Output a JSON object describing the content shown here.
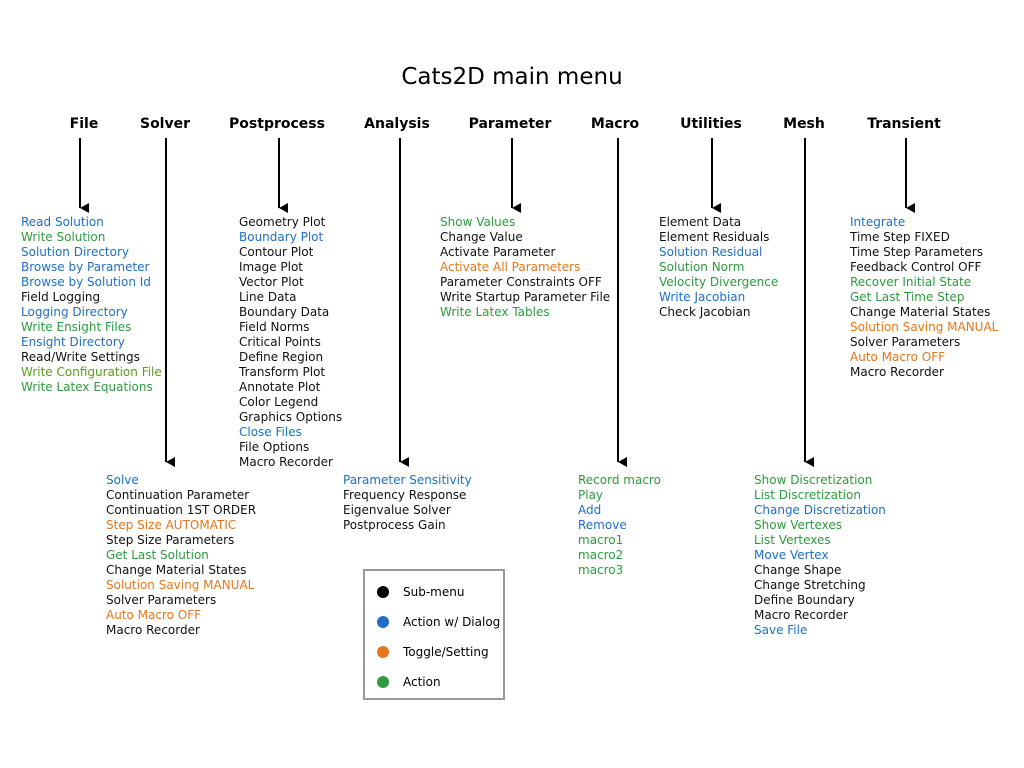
{
  "title": "Cats2D main menu",
  "colors": {
    "sub_menu": "#111111",
    "action_dialog": "#1f6fc4",
    "toggle": "#e4761b",
    "action": "#2e9a3e"
  },
  "headers": {
    "file": "File",
    "solver": "Solver",
    "postprocess": "Postprocess",
    "analysis": "Analysis",
    "parameter": "Parameter",
    "macro": "Macro",
    "utilities": "Utilities",
    "mesh": "Mesh",
    "transient": "Transient"
  },
  "menus": {
    "file": [
      {
        "label": "Read Solution",
        "type": "action-dialog"
      },
      {
        "label": "Write Solution",
        "type": "action"
      },
      {
        "label": "Solution Directory",
        "type": "action-dialog"
      },
      {
        "label": "Browse by Parameter",
        "type": "action-dialog"
      },
      {
        "label": "Browse by Solution Id",
        "type": "action-dialog"
      },
      {
        "label": "Field Logging",
        "type": "sub-menu"
      },
      {
        "label": "Logging Directory",
        "type": "action-dialog"
      },
      {
        "label": "Write Ensight Files",
        "type": "action"
      },
      {
        "label": "Ensight Directory",
        "type": "action-dialog"
      },
      {
        "label": "Read/Write Settings",
        "type": "sub-menu"
      },
      {
        "label": "Write Configuration File",
        "type": "action-olive"
      },
      {
        "label": "Write Latex Equations",
        "type": "action"
      }
    ],
    "solver": [
      {
        "label": "Solve",
        "type": "action-dialog"
      },
      {
        "label": "Continuation Parameter",
        "type": "sub-menu"
      },
      {
        "label": "Continuation 1ST ORDER",
        "type": "sub-menu"
      },
      {
        "label": "Step Size AUTOMATIC",
        "type": "toggle"
      },
      {
        "label": "Step Size Parameters",
        "type": "sub-menu"
      },
      {
        "label": "Get Last Solution",
        "type": "action"
      },
      {
        "label": "Change Material States",
        "type": "sub-menu"
      },
      {
        "label": "Solution Saving MANUAL",
        "type": "toggle"
      },
      {
        "label": "Solver Parameters",
        "type": "sub-menu"
      },
      {
        "label": "Auto Macro OFF",
        "type": "toggle"
      },
      {
        "label": "Macro Recorder",
        "type": "sub-menu"
      }
    ],
    "postprocess": [
      {
        "label": "Geometry Plot",
        "type": "sub-menu"
      },
      {
        "label": "Boundary Plot",
        "type": "action-dialog"
      },
      {
        "label": "Contour Plot",
        "type": "sub-menu"
      },
      {
        "label": "Image Plot",
        "type": "sub-menu"
      },
      {
        "label": "Vector Plot",
        "type": "sub-menu"
      },
      {
        "label": "Line Data",
        "type": "sub-menu"
      },
      {
        "label": "Boundary Data",
        "type": "sub-menu"
      },
      {
        "label": "Field Norms",
        "type": "sub-menu"
      },
      {
        "label": "Critical Points",
        "type": "sub-menu"
      },
      {
        "label": "Define Region",
        "type": "sub-menu"
      },
      {
        "label": "Transform Plot",
        "type": "sub-menu"
      },
      {
        "label": "Annotate Plot",
        "type": "sub-menu"
      },
      {
        "label": "Color Legend",
        "type": "sub-menu"
      },
      {
        "label": "Graphics Options",
        "type": "sub-menu"
      },
      {
        "label": "Close Files",
        "type": "action-dialog"
      },
      {
        "label": "File Options",
        "type": "sub-menu"
      },
      {
        "label": "Macro Recorder",
        "type": "sub-menu"
      }
    ],
    "analysis": [
      {
        "label": "Parameter Sensitivity",
        "type": "action-dialog"
      },
      {
        "label": "Frequency Response",
        "type": "sub-menu"
      },
      {
        "label": "Eigenvalue Solver",
        "type": "sub-menu"
      },
      {
        "label": "Postprocess Gain",
        "type": "sub-menu"
      }
    ],
    "parameter": [
      {
        "label": "Show Values",
        "type": "action"
      },
      {
        "label": "Change Value",
        "type": "sub-menu"
      },
      {
        "label": "Activate Parameter",
        "type": "sub-menu"
      },
      {
        "label": "Activate All Parameters",
        "type": "toggle"
      },
      {
        "label": "Parameter Constraints OFF",
        "type": "sub-menu"
      },
      {
        "label": "Write Startup Parameter File",
        "type": "sub-menu"
      },
      {
        "label": "Write Latex Tables",
        "type": "action"
      }
    ],
    "macro": [
      {
        "label": "Record macro",
        "type": "action"
      },
      {
        "label": "Play",
        "type": "action"
      },
      {
        "label": "Add",
        "type": "action-dialog"
      },
      {
        "label": "Remove",
        "type": "action-dialog"
      },
      {
        "label": "macro1",
        "type": "action"
      },
      {
        "label": "macro2",
        "type": "action"
      },
      {
        "label": "macro3",
        "type": "action"
      }
    ],
    "utilities": [
      {
        "label": "Element Data",
        "type": "sub-menu"
      },
      {
        "label": "Element Residuals",
        "type": "sub-menu"
      },
      {
        "label": "Solution Residual",
        "type": "action-dialog"
      },
      {
        "label": "Solution Norm",
        "type": "action"
      },
      {
        "label": "Velocity Divergence",
        "type": "action"
      },
      {
        "label": "Write Jacobian",
        "type": "action-dialog"
      },
      {
        "label": "Check Jacobian",
        "type": "sub-menu"
      }
    ],
    "mesh": [
      {
        "label": "Show Discretization",
        "type": "action"
      },
      {
        "label": "List Discretization",
        "type": "action"
      },
      {
        "label": "Change Discretization",
        "type": "action-dialog"
      },
      {
        "label": "Show Vertexes",
        "type": "action"
      },
      {
        "label": "List Vertexes",
        "type": "action"
      },
      {
        "label": "Move Vertex",
        "type": "action-dialog"
      },
      {
        "label": "Change Shape",
        "type": "sub-menu"
      },
      {
        "label": "Change Stretching",
        "type": "sub-menu"
      },
      {
        "label": "Define Boundary",
        "type": "sub-menu"
      },
      {
        "label": "Macro Recorder",
        "type": "sub-menu"
      },
      {
        "label": "Save File",
        "type": "action-dialog"
      }
    ],
    "transient": [
      {
        "label": "Integrate",
        "type": "action-dialog"
      },
      {
        "label": "Time Step FIXED",
        "type": "sub-menu"
      },
      {
        "label": "Time Step Parameters",
        "type": "sub-menu"
      },
      {
        "label": "Feedback Control OFF",
        "type": "sub-menu"
      },
      {
        "label": "Recover Initial State",
        "type": "action"
      },
      {
        "label": "Get Last Time Step",
        "type": "action"
      },
      {
        "label": "Change Material States",
        "type": "sub-menu"
      },
      {
        "label": "Solution Saving MANUAL",
        "type": "toggle"
      },
      {
        "label": "Solver Parameters",
        "type": "sub-menu"
      },
      {
        "label": "Auto Macro OFF",
        "type": "toggle"
      },
      {
        "label": "Macro Recorder",
        "type": "sub-menu"
      }
    ]
  },
  "legend": {
    "items": [
      {
        "label": "Sub-menu",
        "color": "#000000"
      },
      {
        "label": "Action w/ Dialog",
        "color": "#1f6fc4"
      },
      {
        "label": "Toggle/Setting",
        "color": "#e4761b"
      },
      {
        "label": "Action",
        "color": "#2e9a3e"
      }
    ]
  }
}
